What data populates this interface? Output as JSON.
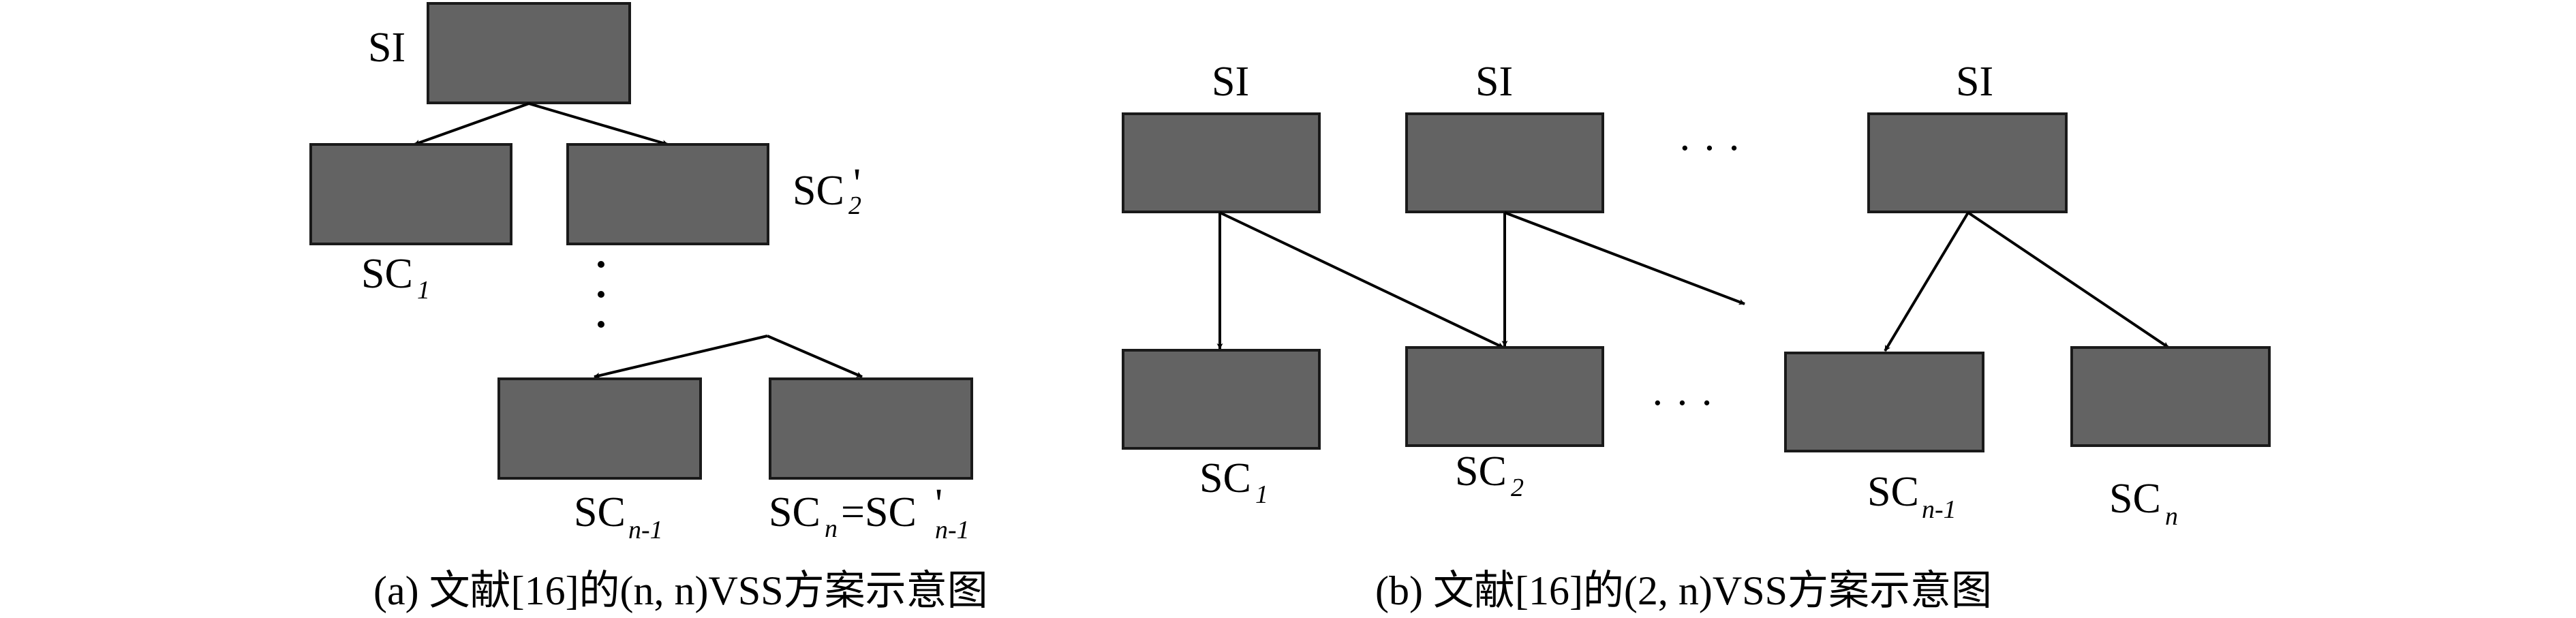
{
  "diagram_a": {
    "si_label": "SI",
    "sc1_label": "SC",
    "sc1_sub": "1",
    "sc2p_label": "SC",
    "sc2p_sub": "2",
    "sc2p_prime": "'",
    "scn1_label": "SC",
    "scn1_sub": "n-1",
    "scn_label": "SC",
    "scn_sub": "n",
    "scn_eq": "=SC",
    "scn_prime": "'",
    "scn_prime_sub": "n-1",
    "caption": "(a) 文献[16]的(n, n)VSS方案示意图"
  },
  "diagram_b": {
    "si_labels": [
      "SI",
      "SI",
      "SI"
    ],
    "ellipsis_top": "· · ·",
    "ellipsis_bottom": "· · ·",
    "sc_labels": [
      {
        "text": "SC",
        "sub": "1"
      },
      {
        "text": "SC",
        "sub": "2"
      },
      {
        "text": "SC",
        "sub": "n-1"
      },
      {
        "text": "SC",
        "sub": "n"
      }
    ],
    "caption": "(b) 文献[16]的(2, n)VSS方案示意图"
  },
  "colors": {
    "box_fill": "#636363",
    "box_stroke": "#1a1a1a",
    "line": "#000000"
  }
}
